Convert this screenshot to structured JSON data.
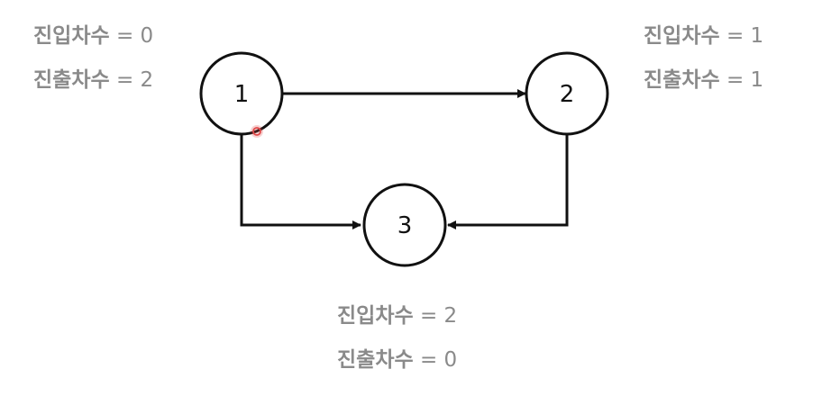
{
  "nodes": [
    {
      "id": "1",
      "label": "1"
    },
    {
      "id": "2",
      "label": "2"
    },
    {
      "id": "3",
      "label": "3"
    }
  ],
  "edges": [
    {
      "from": "1",
      "to": "2"
    },
    {
      "from": "1",
      "to": "3"
    },
    {
      "from": "2",
      "to": "3"
    }
  ],
  "degree_labels": {
    "node1": {
      "in_key": "진입차수",
      "in_value": "= 0",
      "out_key": "진출차수",
      "out_value": "= 2"
    },
    "node2": {
      "in_key": "진입차수",
      "in_value": "= 1",
      "out_key": "진출차수",
      "out_value": "= 1"
    },
    "node3": {
      "in_key": "진입차수",
      "in_value": "= 2",
      "out_key": "진출차수",
      "out_value": "= 0"
    }
  },
  "cursor_color": "#e04848",
  "stroke_color": "#111111",
  "label_color": "#8a8a8a"
}
